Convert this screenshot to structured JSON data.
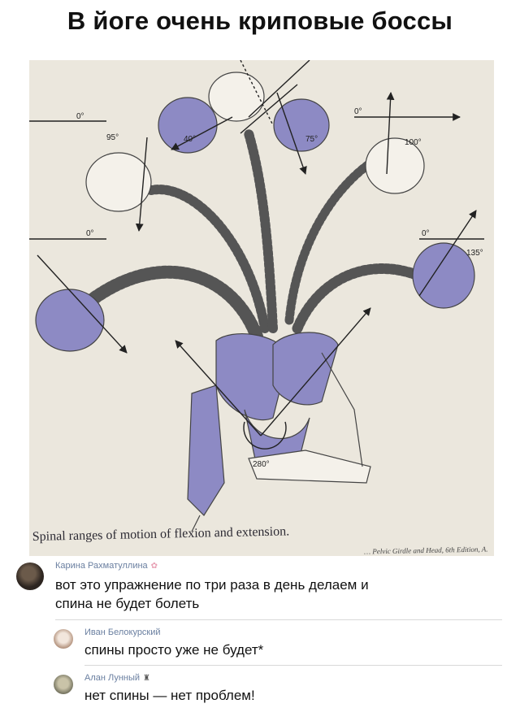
{
  "title": "В йоге очень криповые боссы",
  "figure": {
    "caption": "Spinal ranges of motion of flexion and extension.",
    "source": "… Pelvic Girdle and Head, 6th Edition, A.",
    "angles": {
      "a95": "95°",
      "a40": "40°",
      "a75": "75°",
      "a100": "100°",
      "a135": "135°",
      "a280": "280°",
      "zero_top_left": "0°",
      "zero_top_right": "0°",
      "zero_mid_left": "0°",
      "zero_mid_right": "0°"
    },
    "colors": {
      "background": "#ebe7dd",
      "shade": "#8d8ac4",
      "line": "#222222"
    }
  },
  "comments": [
    {
      "author": "Карина Рахматуллина",
      "decoration": "✿",
      "text_line1": "вот это упражнение по три раза в день делаем и",
      "text_line2": "спина не будет болеть"
    },
    {
      "author": "Иван Белокурский",
      "decoration": "",
      "text_line1": "спины просто уже не будет*"
    },
    {
      "author": "Алан Лунный",
      "decoration": "♜",
      "text_line1": "нет спины — нет проблем!"
    }
  ]
}
